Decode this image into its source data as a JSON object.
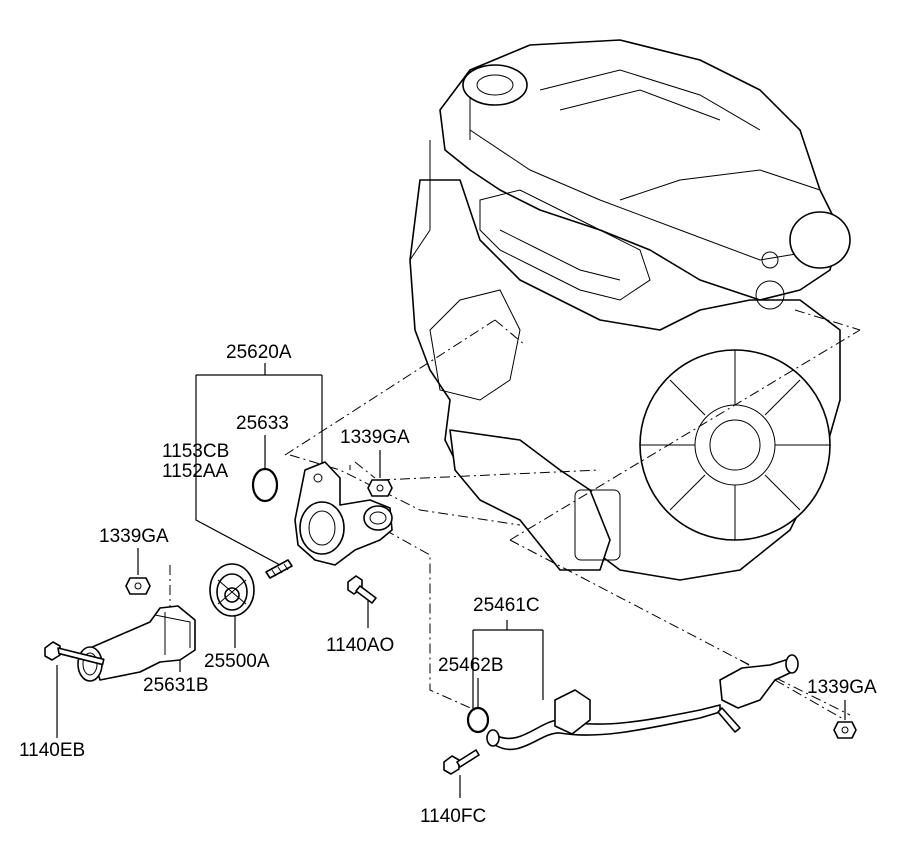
{
  "labels": {
    "p25620A": "25620A",
    "p25633": "25633",
    "p1153CB": "1153CB",
    "p1152AA": "1152AA",
    "p1339GA_top": "1339GA",
    "p1339GA_left": "1339GA",
    "p1339GA_right": "1339GA",
    "p25500A": "25500A",
    "p1140AO": "1140AO",
    "p25631B": "25631B",
    "p1140EB": "1140EB",
    "p25461C": "25461C",
    "p25462B": "25462B",
    "p1140FC": "1140FC"
  }
}
